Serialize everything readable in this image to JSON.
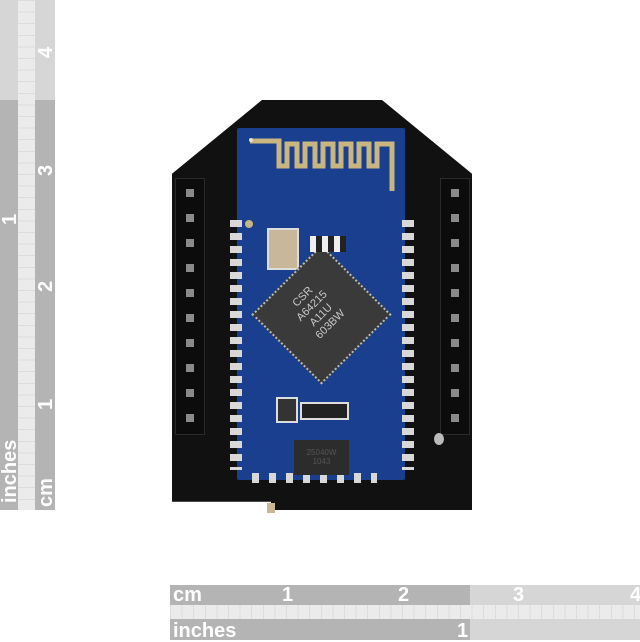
{
  "image": {
    "subject": "Bluetooth module on XBee-footprint breakout board",
    "background": "#ffffff"
  },
  "left_ruler": {
    "inch_label": "inches",
    "inch_ticks": [
      "1",
      "1"
    ],
    "cm_label": "cm",
    "cm_ticks": [
      "1",
      "2",
      "3",
      "4"
    ]
  },
  "bottom_ruler": {
    "cm_label": "cm",
    "cm_ticks": [
      "1",
      "2",
      "3",
      "4"
    ],
    "inch_label": "inches",
    "inch_ticks": [
      "1"
    ]
  },
  "board": {
    "main_chip_text": [
      "CSR",
      "A64215",
      "A11U",
      "603BW"
    ],
    "secondary_chip_text": [
      "25040W",
      "1043"
    ],
    "pcb_color": "#111111",
    "module_color": "#1b3f8f",
    "antenna_color": "#c9b57f"
  }
}
